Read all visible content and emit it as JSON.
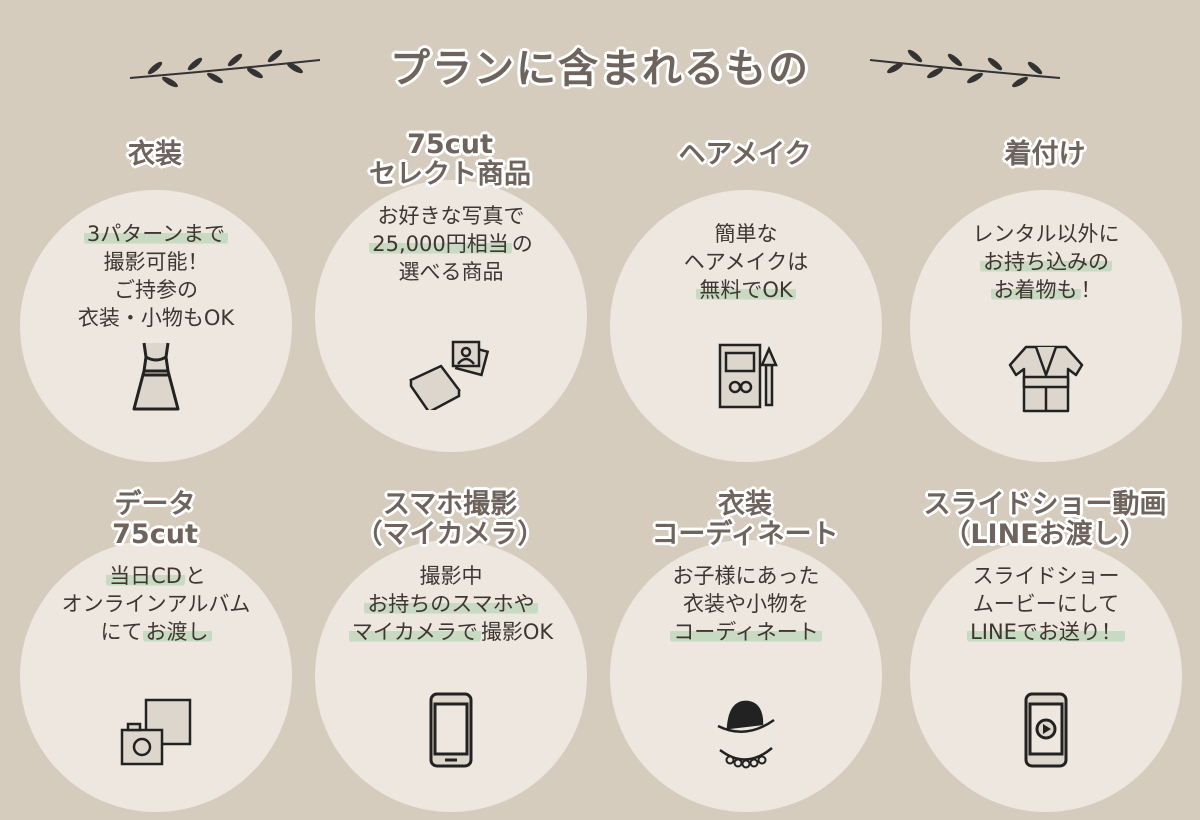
{
  "title": "プランに含まれるもの",
  "colors": {
    "background": "#d6ccbe",
    "circle": "#ede7df",
    "highlight": "#c8dac2",
    "heading": "#6f645d",
    "text": "#3f3631"
  },
  "cards": [
    {
      "heading": [
        "衣装"
      ],
      "lines": [
        [
          {
            "t": "3パターンまで",
            "hl": true
          }
        ],
        [
          {
            "t": "撮影可能！"
          }
        ],
        [
          {
            "t": "ご持参の"
          }
        ],
        [
          {
            "t": "衣装・小物もOK"
          }
        ]
      ],
      "icon": "dress-icon"
    },
    {
      "heading": [
        "75cut",
        "セレクト商品"
      ],
      "lines": [
        [
          {
            "t": "お好きな写真で"
          }
        ],
        [
          {
            "t": "25,000円相当",
            "hl": true
          },
          {
            "t": "の"
          }
        ],
        [
          {
            "t": "選べる商品"
          }
        ]
      ],
      "icon": "album-photo-icon"
    },
    {
      "heading": [
        "ヘアメイク"
      ],
      "lines": [
        [
          {
            "t": "簡単な"
          }
        ],
        [
          {
            "t": "ヘアメイクは"
          }
        ],
        [
          {
            "t": "無料でOK",
            "hl": true
          }
        ]
      ],
      "icon": "makeup-palette-icon"
    },
    {
      "heading": [
        "着付け"
      ],
      "lines": [
        [
          {
            "t": "レンタル以外に"
          }
        ],
        [
          {
            "t": "お持ち込みの",
            "hl": true
          }
        ],
        [
          {
            "t": "お着物も",
            "hl": true
          },
          {
            "t": "！"
          }
        ]
      ],
      "icon": "kimono-icon"
    },
    {
      "heading": [
        "データ",
        "75cut"
      ],
      "lines": [
        [
          {
            "t": "当日CD",
            "hl": true
          },
          {
            "t": "と"
          }
        ],
        [
          {
            "t": "オンラインアルバム"
          }
        ],
        [
          {
            "t": "にて"
          },
          {
            "t": "お渡し",
            "hl": true
          }
        ]
      ],
      "icon": "computer-camera-icon"
    },
    {
      "heading": [
        "スマホ撮影",
        "（マイカメラ）"
      ],
      "lines": [
        [
          {
            "t": "撮影中"
          }
        ],
        [
          {
            "t": "お持ちのスマホや",
            "hl": true
          }
        ],
        [
          {
            "t": "マイカメラで",
            "hl": true
          },
          {
            "t": "撮影OK"
          }
        ]
      ],
      "icon": "smartphone-icon"
    },
    {
      "heading": [
        "衣装",
        "コーディネート"
      ],
      "lines": [
        [
          {
            "t": "お子様にあった"
          }
        ],
        [
          {
            "t": "衣装や小物を"
          }
        ],
        [
          {
            "t": "コーディネート",
            "hl": true
          }
        ]
      ],
      "icon": "hat-necklace-icon"
    },
    {
      "heading": [
        "スライドショー動画",
        "（LINEお渡し）"
      ],
      "lines": [
        [
          {
            "t": "スライドショー"
          }
        ],
        [
          {
            "t": "ムービーにして"
          }
        ],
        [
          {
            "t": "LINEでお送り！",
            "hl": true
          }
        ]
      ],
      "icon": "video-phone-icon"
    }
  ]
}
